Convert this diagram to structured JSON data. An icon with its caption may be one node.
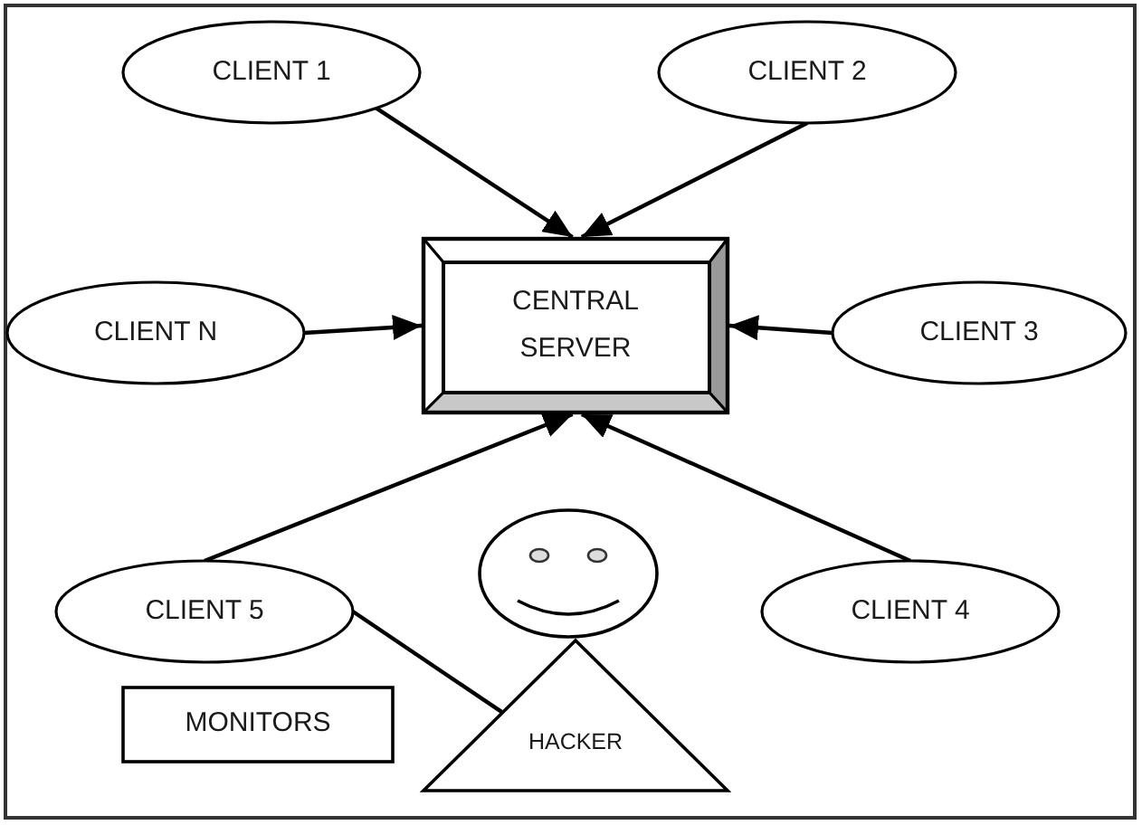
{
  "diagram": {
    "nodes": [
      {
        "text": [
          "CLIENT 1"
        ]
      },
      {
        "text": [
          "CLIENT 2"
        ]
      },
      {
        "text": [
          "CLIENT N"
        ]
      },
      {
        "text": [
          "CENTRAL SERVER"
        ]
      },
      {
        "text": [
          "CLIENT 3"
        ]
      },
      {
        "text": [
          "CLIENT 5"
        ]
      },
      {
        "text": [
          "CLIENT 4"
        ]
      },
      {
        "text": [
          "HACKER"
        ]
      },
      {
        "text": [
          "MONITORS"
        ]
      }
    ],
    "edges": [
      {
        "from": 0,
        "to": 3,
        "arrow": "to"
      },
      {
        "from": 1,
        "to": 3,
        "arrow": "to"
      },
      {
        "from": 2,
        "to": 3,
        "arrow": "to"
      },
      {
        "from": 4,
        "to": 3,
        "arrow": "to"
      },
      {
        "from": 5,
        "to": 3,
        "arrow": "to"
      },
      {
        "from": 6,
        "to": 3,
        "arrow": "to"
      },
      {
        "from": 7,
        "to": 5,
        "arrow": "none"
      }
    ]
  }
}
